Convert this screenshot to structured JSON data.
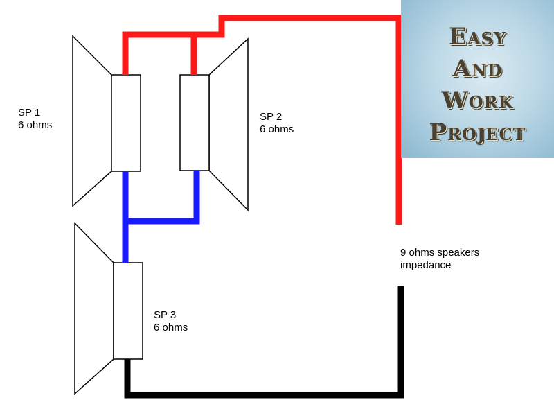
{
  "speakers": [
    {
      "name": "SP 1",
      "impedance": "6 ohms"
    },
    {
      "name": "SP 2",
      "impedance": "6 ohms"
    },
    {
      "name": "SP 3",
      "impedance": "6 ohms"
    }
  ],
  "total": {
    "line1": "9 ohms speakers",
    "line2": "impedance"
  },
  "badge": {
    "lines": [
      "Easy",
      "And",
      "Work",
      "Project"
    ]
  },
  "colors": {
    "positive_wire": "#ff1a1a",
    "series_wire": "#1a1aff",
    "negative_wire": "#000000",
    "badge_text": "#4a4030"
  }
}
